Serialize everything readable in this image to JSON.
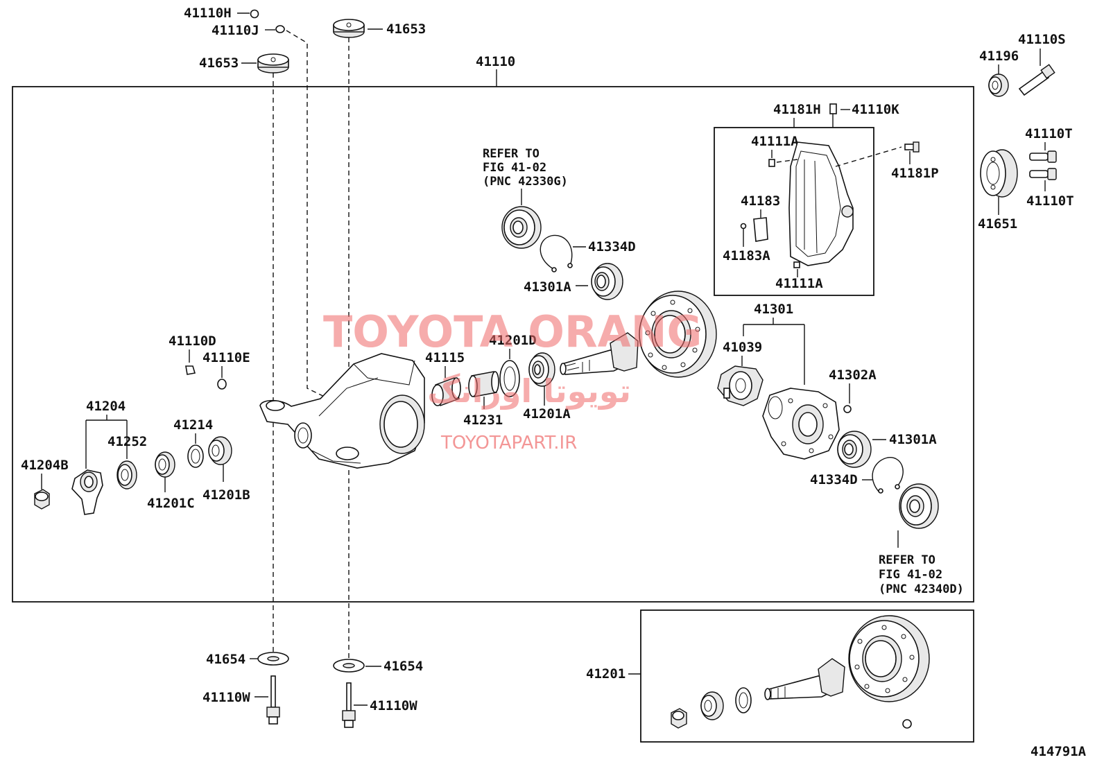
{
  "diagram": {
    "assembly_label": "41110",
    "labels": {
      "l_41110H": "41110H",
      "l_41110J": "41110J",
      "l_41653_top": "41653",
      "l_41653_left": "41653",
      "l_41196": "41196",
      "l_41110S": "41110S",
      "l_41181H": "41181H",
      "l_41110K": "41110K",
      "l_41111A_top": "41111A",
      "l_41181P": "41181P",
      "l_41183": "41183",
      "l_41183A": "41183A",
      "l_41111A_bottom": "41111A",
      "l_41110T_top": "41110T",
      "l_41110T_bottom": "41110T",
      "l_41651": "41651",
      "l_41334D_top": "41334D",
      "l_41301A_top": "41301A",
      "l_41301": "41301",
      "l_41039": "41039",
      "l_41302A": "41302A",
      "l_41301A_bottom": "41301A",
      "l_41334D_bottom": "41334D",
      "l_41201D": "41201D",
      "l_41115": "41115",
      "l_41231": "41231",
      "l_41201A": "41201A",
      "l_41110D": "41110D",
      "l_41110E": "41110E",
      "l_41204": "41204",
      "l_41252": "41252",
      "l_41204B": "41204B",
      "l_41214": "41214",
      "l_41201C": "41201C",
      "l_41201B": "41201B",
      "l_41654_left": "41654",
      "l_41654_right": "41654",
      "l_41110W_left": "41110W",
      "l_41110W_right": "41110W",
      "l_41201": "41201"
    },
    "refer_top": [
      "REFER TO",
      "FIG 41-02",
      "(PNC 42330G)"
    ],
    "refer_bottom": [
      "REFER TO",
      "FIG 41-02",
      "(PNC 42340D)"
    ],
    "figure_id": "414791A"
  },
  "watermark": {
    "brand": "TOYOTA ORANG",
    "persian": "تویوتا اورانگ",
    "site": "TOYOTAPART.IR"
  },
  "colors": {
    "line": "#111111",
    "watermark": "#ef6a6a"
  }
}
